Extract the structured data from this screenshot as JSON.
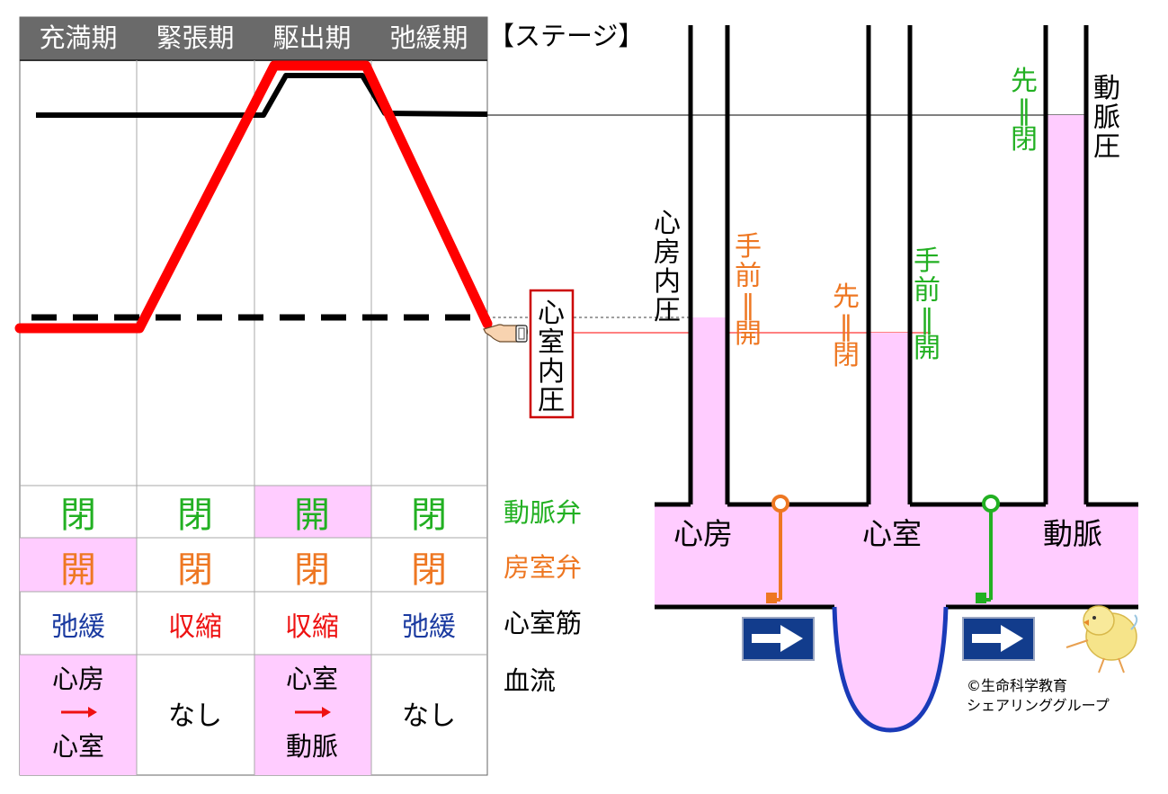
{
  "stages": {
    "tag": "【ステージ】",
    "items": [
      "充満期",
      "緊張期",
      "駆出期",
      "弛緩期"
    ]
  },
  "table": {
    "rows": [
      {
        "label": "動脈弁",
        "values": [
          "閉",
          "閉",
          "開",
          "閉"
        ]
      },
      {
        "label": "房室弁",
        "values": [
          "開",
          "閉",
          "閉",
          "閉"
        ]
      },
      {
        "label": "心室筋",
        "values": [
          "弛緩",
          "収縮",
          "収縮",
          "弛緩"
        ]
      },
      {
        "label": "血流",
        "values": [
          "心房→心室",
          "なし",
          "心室→動脈",
          "なし"
        ]
      }
    ]
  },
  "flow": {
    "from_atrium": "心房",
    "to_ventricle": "心室",
    "none": "なし",
    "from_ventricle": "心室",
    "to_artery": "動脈"
  },
  "graph": {
    "ventricular_pressure_label": "心室内圧"
  },
  "heart": {
    "atrial_pressure_label": "心房内圧",
    "arterial_pressure_label": "動脈圧",
    "av_valve_proximal": "手前＝開",
    "av_valve_distal": "先＝閉",
    "sl_valve_proximal": "手前＝開",
    "sl_valve_distal": "先＝閉",
    "chambers": [
      "心房",
      "心室",
      "動脈"
    ]
  },
  "credit": {
    "line1": "©生命科学教育",
    "line2": "シェアリンググループ"
  },
  "colors": {
    "header_bg": "#6a6a6a",
    "pink": "#ffccff",
    "green": "#22b022",
    "orange": "#ee7722",
    "blue": "#1a3aa0",
    "red": "#ee1111",
    "ventricle_line": "#ff0000",
    "arrow_sign": "#123c8c"
  }
}
